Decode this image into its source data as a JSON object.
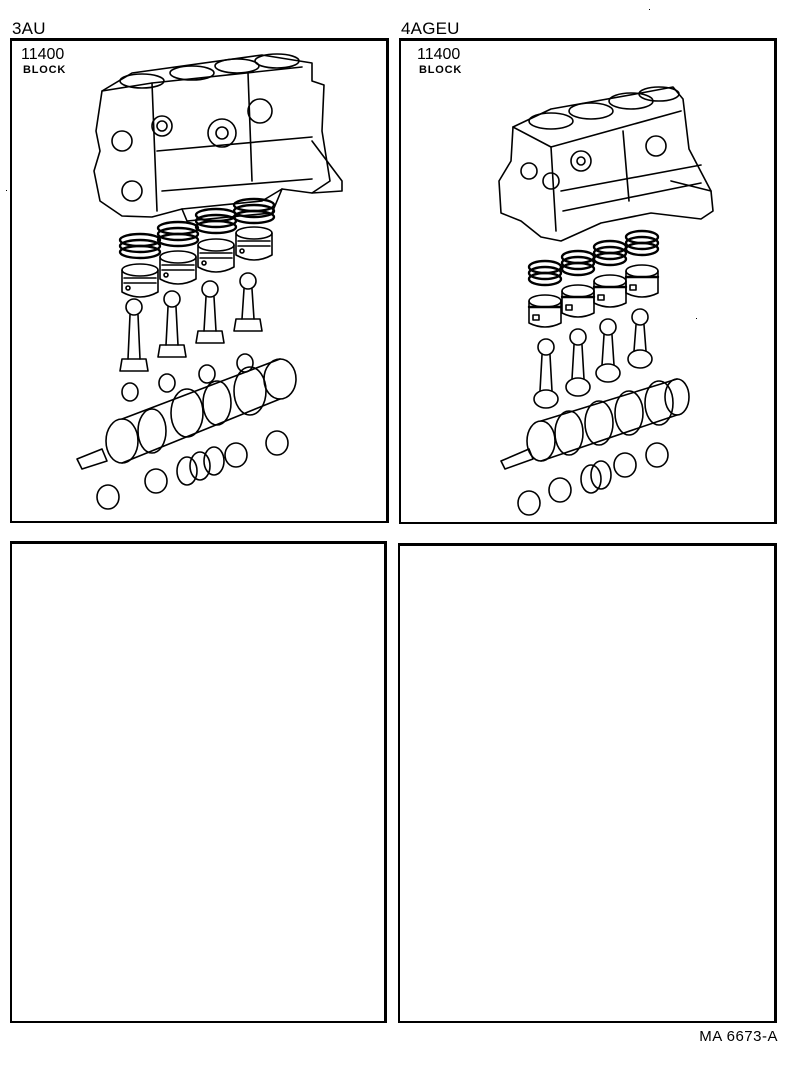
{
  "diagram": {
    "type": "exploded-parts-catalog",
    "reference_code": "MA 6673-A",
    "panels": [
      {
        "engine": "3AU",
        "part_number": "11400",
        "part_name": "BLOCK",
        "components_shown": [
          "cylinder-block",
          "piston-rings",
          "pistons",
          "connecting-rods",
          "rod-bearings",
          "crankshaft",
          "main-bearings",
          "thrust-washers"
        ]
      },
      {
        "engine": "4AGEU",
        "part_number": "11400",
        "part_name": "BLOCK",
        "components_shown": [
          "cylinder-block",
          "piston-rings",
          "pistons",
          "connecting-rods",
          "crankshaft",
          "main-bearings",
          "thrust-washers"
        ]
      },
      {
        "engine": "",
        "part_number": "",
        "part_name": "",
        "components_shown": []
      },
      {
        "engine": "",
        "part_number": "",
        "part_name": "",
        "components_shown": []
      }
    ]
  }
}
